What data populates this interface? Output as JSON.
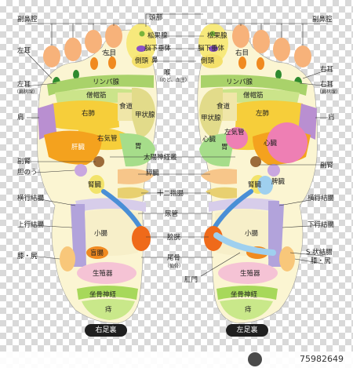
{
  "left_foot": {
    "caption": "右足裏",
    "labels": {
      "sinus": "副鼻腔",
      "head": "頭部",
      "cerebellum": "松果腺",
      "pituitary": "脳下垂体",
      "eye": "左目",
      "ear": "左耳",
      "ear_tonsil": "左耳",
      "tonsil_sub": "（扁桃腺）",
      "temple": "側頭",
      "nose": "鼻",
      "throat": "喉",
      "throat_sub": "（のど、血圧）",
      "lymph": "リンパ腺",
      "trapezius": "僧帽筋",
      "esophagus": "食道",
      "shoulder": "肩",
      "lung": "右肺",
      "thyroid": "甲状腺",
      "bronchi": "右気管",
      "liver": "肝臓",
      "stomach": "胃",
      "adrenal": "副腎",
      "gallbladder": "胆のう",
      "solar": "太陽神経叢",
      "kidney": "腎臓",
      "pancreas": "膵臓",
      "duodenum": "十二指腸",
      "transverse": "横行結腸",
      "ureter": "尿管",
      "ascending": "上行結腸",
      "small_int": "小腸",
      "bladder": "膀胱",
      "knee": "膝・尻",
      "appendix": "盲腸",
      "coccyx": "尾骨",
      "coccyx_sub": "（仙骨）",
      "reproductive": "生殖器",
      "sciatic": "坐骨神経",
      "hemorrhoid": "痔",
      "anus": "肛門"
    }
  },
  "right_foot": {
    "caption": "左足裏",
    "labels": {
      "sinus": "副鼻腔",
      "pineal": "松果腺",
      "pituitary": "脳下垂体",
      "eye": "右目",
      "ear": "右耳",
      "ear_tonsil": "右耳",
      "tonsil_sub": "（扁桃腺）",
      "temple": "側頭",
      "lymph": "リンパ腺",
      "trapezius": "僧帽筋",
      "esophagus": "食道",
      "shoulder": "肩",
      "lung": "左肺",
      "thyroid": "甲状腺",
      "bronchi": "左気管",
      "heart": "心臓",
      "heart2": "心臓",
      "stomach": "胃",
      "adrenal": "副腎",
      "kidney": "腎臓",
      "spleen": "脾臓",
      "transverse": "横行結腸",
      "small_int": "小腸",
      "descending": "下行結腸",
      "sigmoid": "S 状結腸",
      "knee": "膝・尻",
      "reproductive": "生殖器",
      "sciatic": "坐骨神経",
      "hemorrhoid": "痔"
    }
  },
  "credit": "75982649",
  "colors": {
    "toe": "#f7b27a",
    "big_toe": "#f7e97c",
    "lung": "#f6ce3a",
    "liver": "#f4a21e",
    "green_band": "#a9d26a",
    "trapezius": "#cbe48a",
    "shoulder": "#b98fd1",
    "thyroid": "#39b1c8",
    "stomach": "#a6dd8a",
    "heart": "#ee7fb4",
    "kidney": "#f2e36a",
    "colon": "#b2a3db",
    "ureter": "#4a8fd6",
    "bladder": "#ef6a1a",
    "reproductive": "#f5c3d5",
    "sciatic": "#a7d85a",
    "sole": "#fbf5d2"
  }
}
